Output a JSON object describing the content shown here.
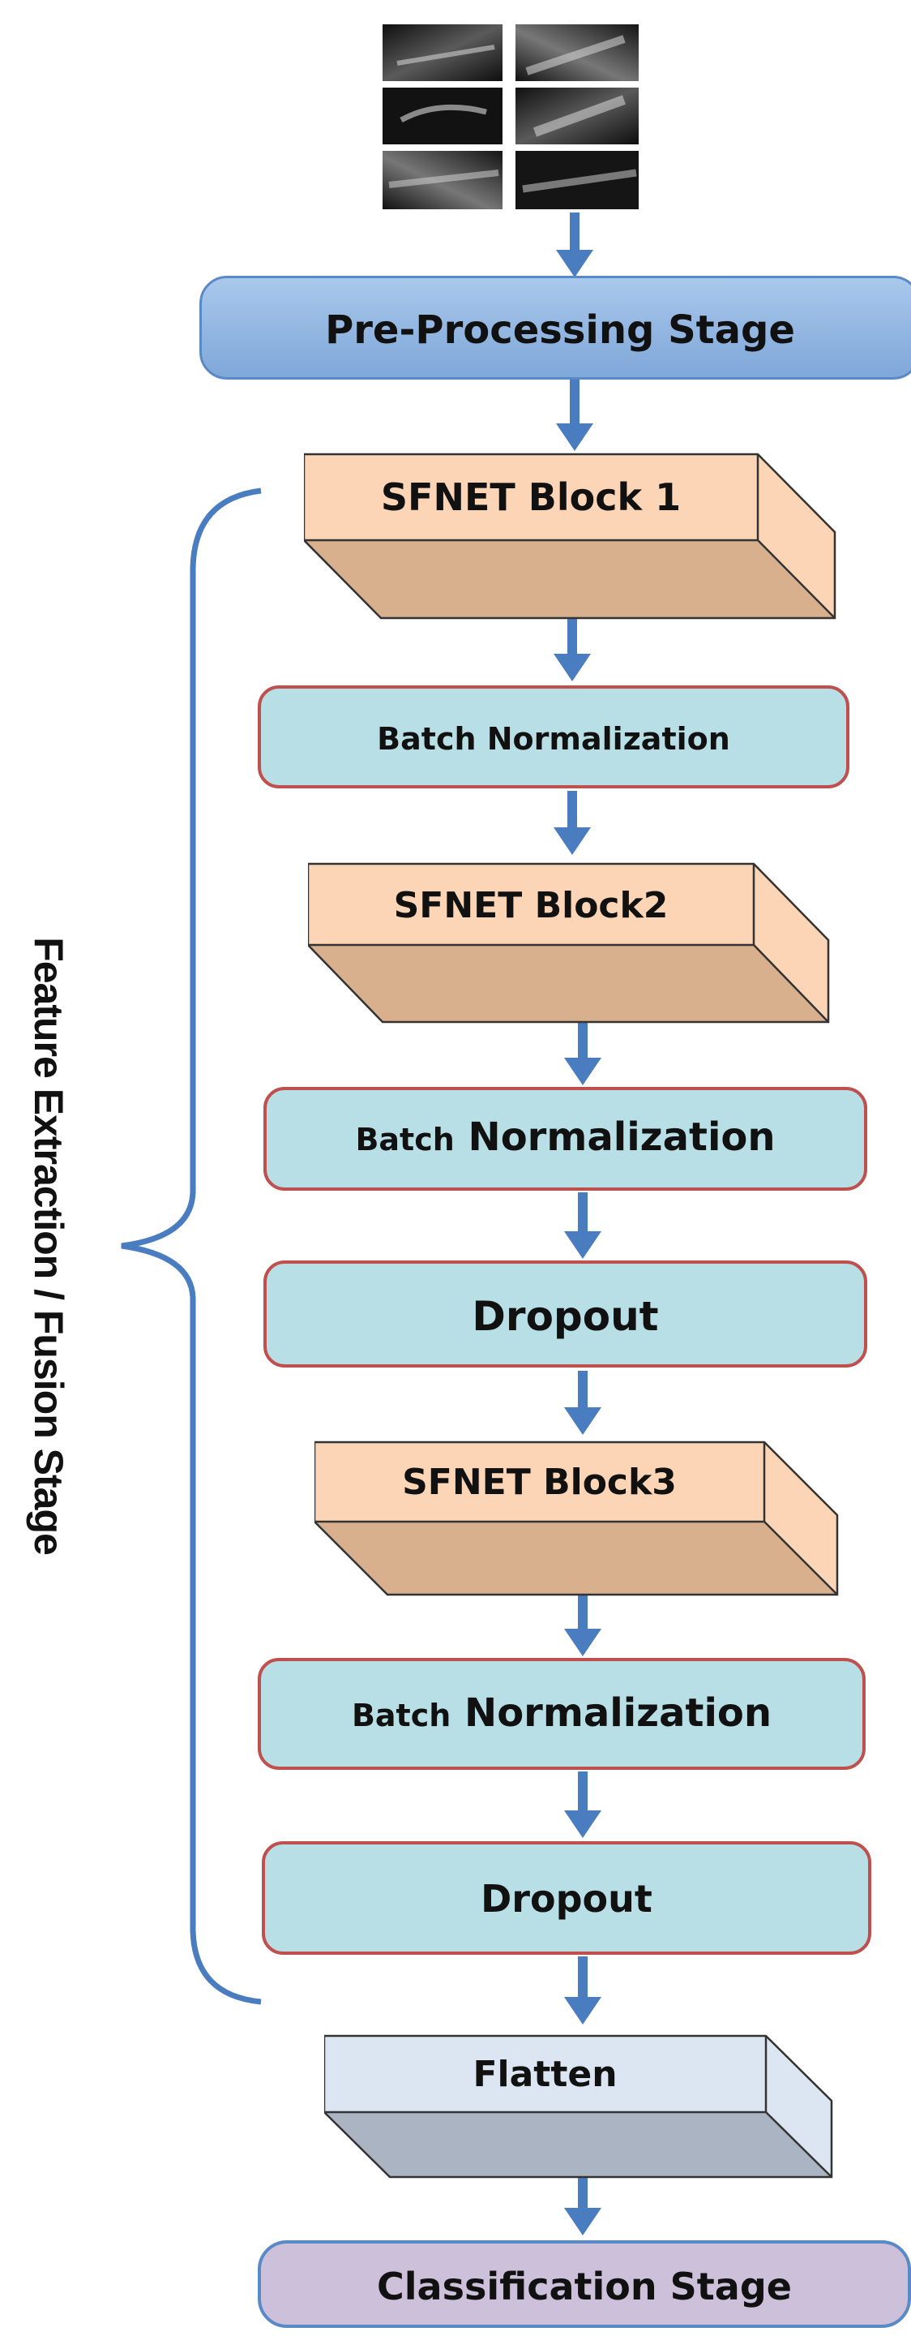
{
  "diagram": {
    "stages": {
      "preprocessing": "Pre-Processing Stage",
      "feature_fusion": "Feature Extraction / Fusion Stage",
      "classification": "Classification Stage"
    },
    "blocks": {
      "sfnet1": "SFNET Block 1",
      "bn1": "Batch Normalization",
      "sfnet2": "SFNET Block2",
      "bn2_small": "Batch",
      "bn2_large": "Normalization",
      "dropout1": "Dropout",
      "sfnet3": "SFNET Block3",
      "bn3_small": "Batch",
      "bn3_large": "Normalization",
      "dropout2": "Dropout",
      "flatten": "Flatten"
    },
    "colors": {
      "arrow": "#4a7dc0",
      "preprocess_fill": "#8db4e2",
      "block3d_front": "#fbd5b5",
      "block3d_side": "#d9b08e",
      "rounded_fill": "#b8dfe6",
      "rounded_border": "#c0504d",
      "flatten_front": "#dce6f2",
      "classification_fill": "#ccc0da",
      "brace": "#4a7dc0"
    },
    "icons": [
      "xray-thumbnail-grid"
    ]
  }
}
